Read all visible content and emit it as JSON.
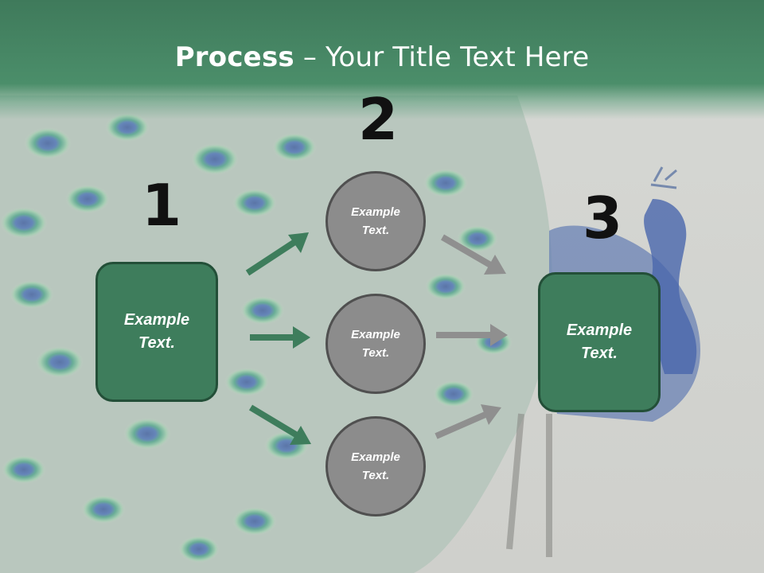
{
  "title": {
    "bold": "Process",
    "rest": " – Your Title Text Here"
  },
  "steps": [
    {
      "number": "1",
      "text": "Example Text."
    },
    {
      "number": "2",
      "text": ""
    },
    {
      "number": "3",
      "text": "Example Text."
    }
  ],
  "circles": [
    "Example Text.",
    "Example Text.",
    "Example Text."
  ],
  "colors": {
    "green": "#3e7d5c",
    "green_border": "#234f38",
    "gray": "#8c8c8c",
    "arrow_gray": "#8f8f8f"
  }
}
